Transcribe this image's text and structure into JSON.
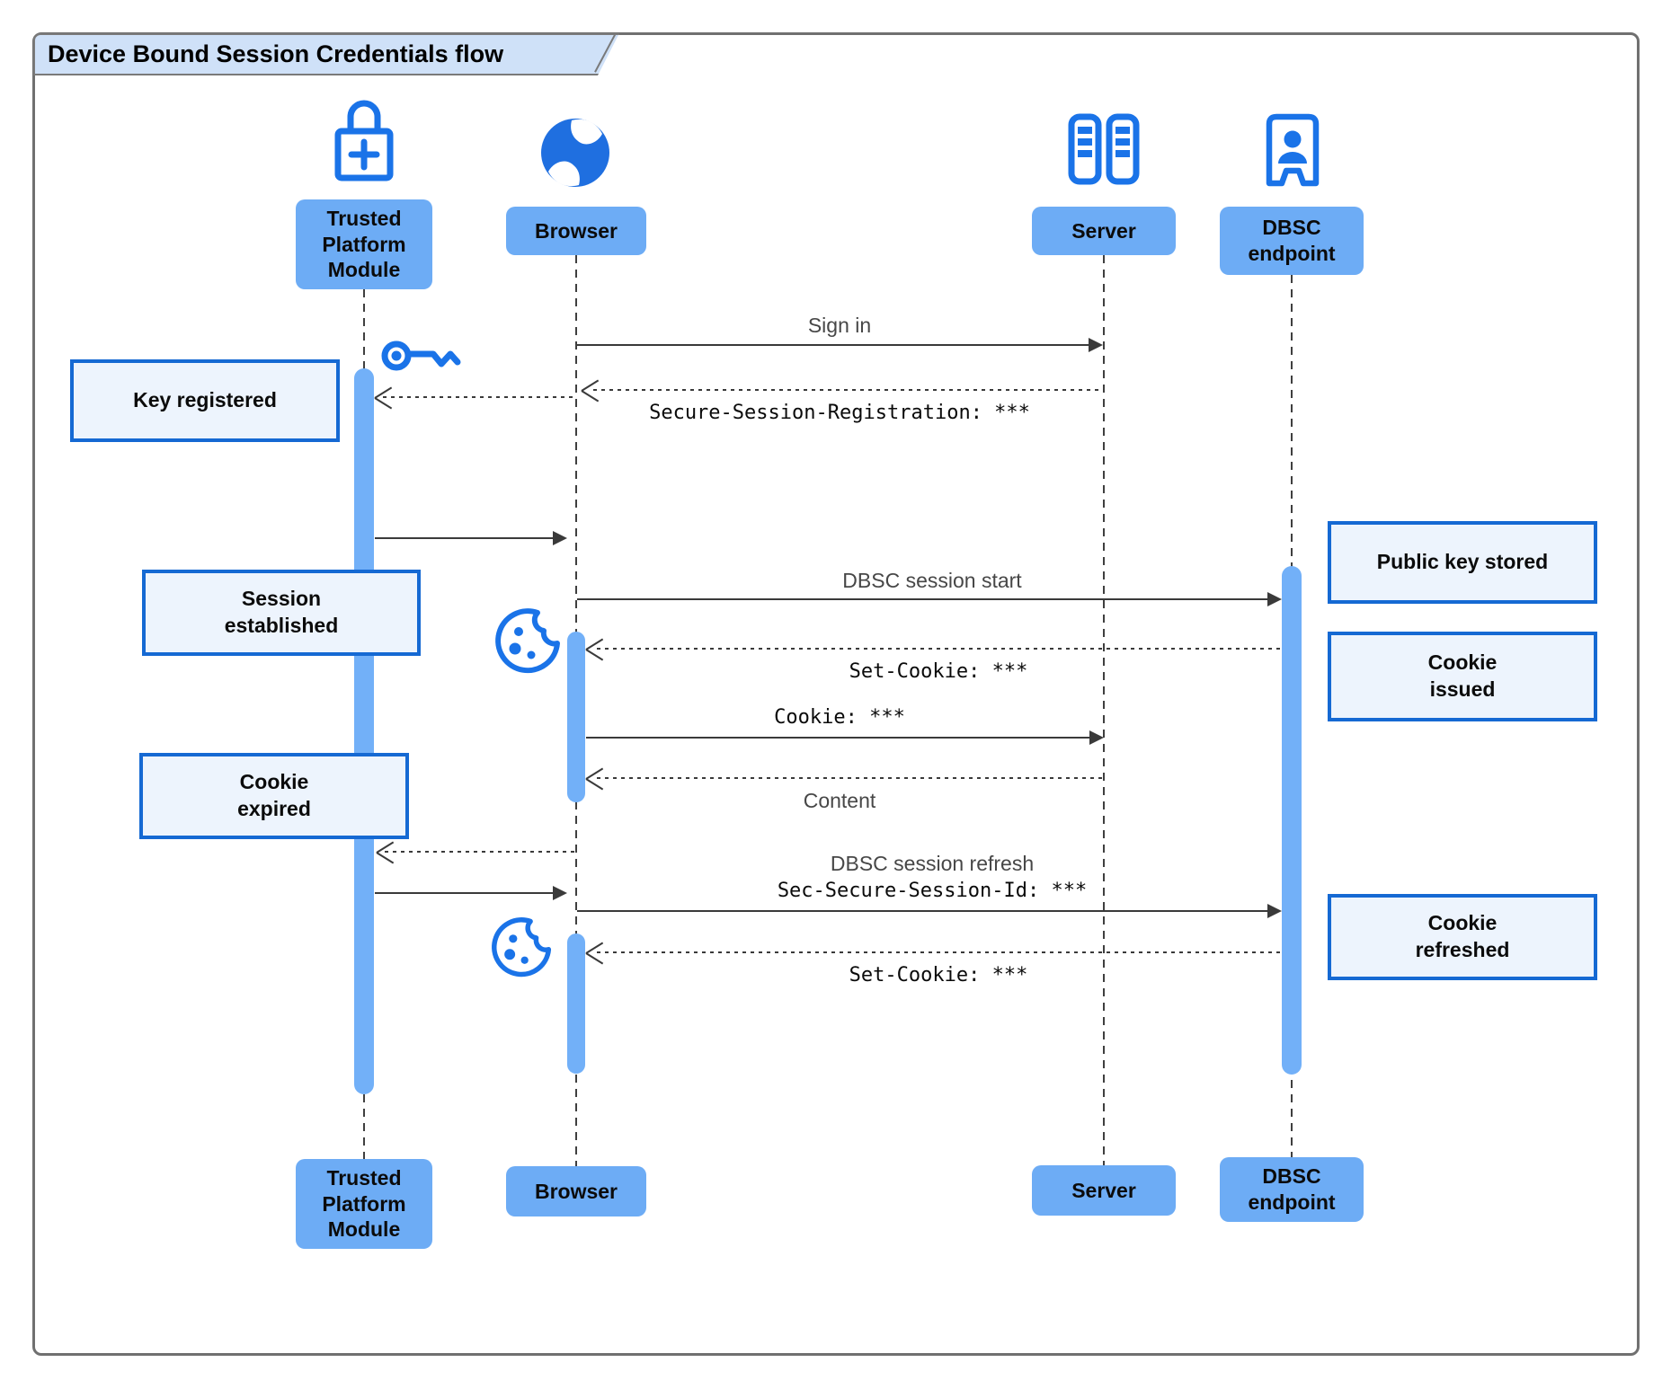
{
  "title": "Device Bound Session Credentials flow",
  "actors": {
    "tpm": {
      "label": "Trusted Platform Module",
      "icon": "lock-plus-icon"
    },
    "browser": {
      "label": "Browser",
      "icon": "globe-icon"
    },
    "server": {
      "label": "Server",
      "icon": "server-rack-icon"
    },
    "dbsc": {
      "label": "DBSC endpoint",
      "icon": "kiosk-person-icon"
    }
  },
  "messages": {
    "sign_in": "Sign in",
    "secure_session_registration": "Secure-Session-Registration: ***",
    "dbsc_session_start": "DBSC session start",
    "set_cookie_first": "Set-Cookie: ***",
    "cookie": "Cookie: ***",
    "content": "Content",
    "dbsc_session_refresh": "DBSC session refresh",
    "sec_secure_session_id": "Sec-Secure-Session-Id: ***",
    "set_cookie_second": "Set-Cookie: ***"
  },
  "notes": {
    "key_registered": "Key registered",
    "session_established": "Session established",
    "cookie_expired": "Cookie expired",
    "public_key_stored": "Public key stored",
    "cookie_issued": "Cookie issued",
    "cookie_refreshed": "Cookie refreshed"
  },
  "decorations": {
    "key": "key-icon",
    "cookie_first": "cookie-icon",
    "cookie_second": "cookie-icon"
  },
  "colors": {
    "actor_box": "#6dacf5",
    "activation_bar": "#72b0f8",
    "note_fill": "#edf4fd",
    "note_border": "#1569d3",
    "icon_blue": "#1a73e8",
    "frame_border": "#707070",
    "title_tab_fill": "#cfe1f8",
    "arrow": "#3a3a3a"
  }
}
